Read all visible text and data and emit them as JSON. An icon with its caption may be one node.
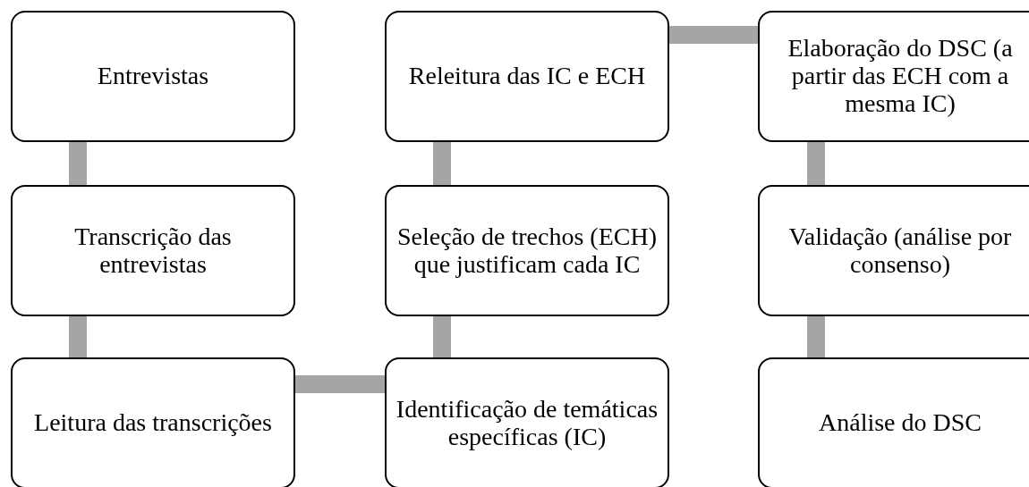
{
  "diagram": {
    "nodes": [
      {
        "text": [
          "Entrevistas"
        ]
      },
      {
        "text": [
          "Transcrição das entrevistas"
        ]
      },
      {
        "text": [
          "Leitura das transcrições"
        ]
      },
      {
        "text": [
          "Identificação de temáticas específicas (IC)"
        ]
      },
      {
        "text": [
          "Seleção de trechos (ECH) que justificam cada IC"
        ]
      },
      {
        "text": [
          "Releitura das IC e ECH"
        ]
      },
      {
        "text": [
          "Elaboração do DSC (a partir das ECH com a mesma IC)"
        ]
      },
      {
        "text": [
          "Validação (análise por consenso)"
        ]
      },
      {
        "text": [
          "Análise do DSC"
        ]
      }
    ],
    "edges": [
      {
        "from": 0,
        "to": 1,
        "arrow": "none"
      },
      {
        "from": 1,
        "to": 2,
        "arrow": "none"
      },
      {
        "from": 2,
        "to": 3,
        "arrow": "none"
      },
      {
        "from": 3,
        "to": 4,
        "arrow": "none"
      },
      {
        "from": 4,
        "to": 5,
        "arrow": "none"
      },
      {
        "from": 5,
        "to": 6,
        "arrow": "none"
      },
      {
        "from": 6,
        "to": 7,
        "arrow": "none"
      },
      {
        "from": 7,
        "to": 8,
        "arrow": "none"
      }
    ]
  }
}
